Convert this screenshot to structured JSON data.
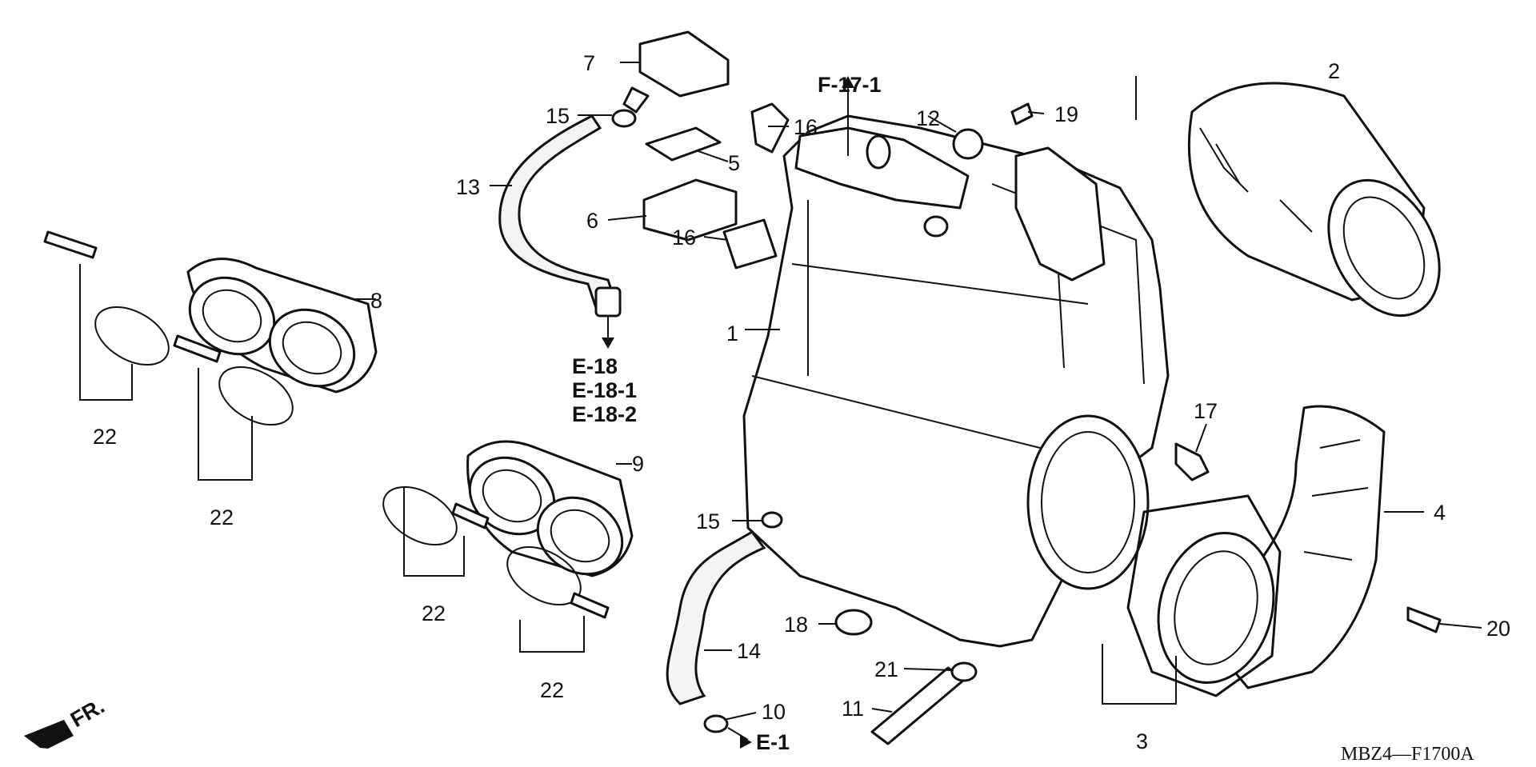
{
  "diagram": {
    "drawing_code": "MBZ4—F1700A",
    "direction_label": "FR.",
    "callouts": {
      "p1": "1",
      "p2": "2",
      "p3": "3",
      "p4": "4",
      "p5": "5",
      "p6": "6",
      "p7": "7",
      "p8": "8",
      "p9": "9",
      "p10": "10",
      "p11": "11",
      "p12": "12",
      "p13": "13",
      "p14": "14",
      "p15a": "15",
      "p15b": "15",
      "p16a": "16",
      "p16b": "16",
      "p17": "17",
      "p18": "18",
      "p19": "19",
      "p20": "20",
      "p21": "21",
      "p22a": "22",
      "p22b": "22",
      "p22c": "22",
      "p22d": "22"
    },
    "references": {
      "f17_1": "F-17-1",
      "e18": "E-18",
      "e18_1": "E-18-1",
      "e18_2": "E-18-2",
      "e1": "E-1"
    }
  }
}
